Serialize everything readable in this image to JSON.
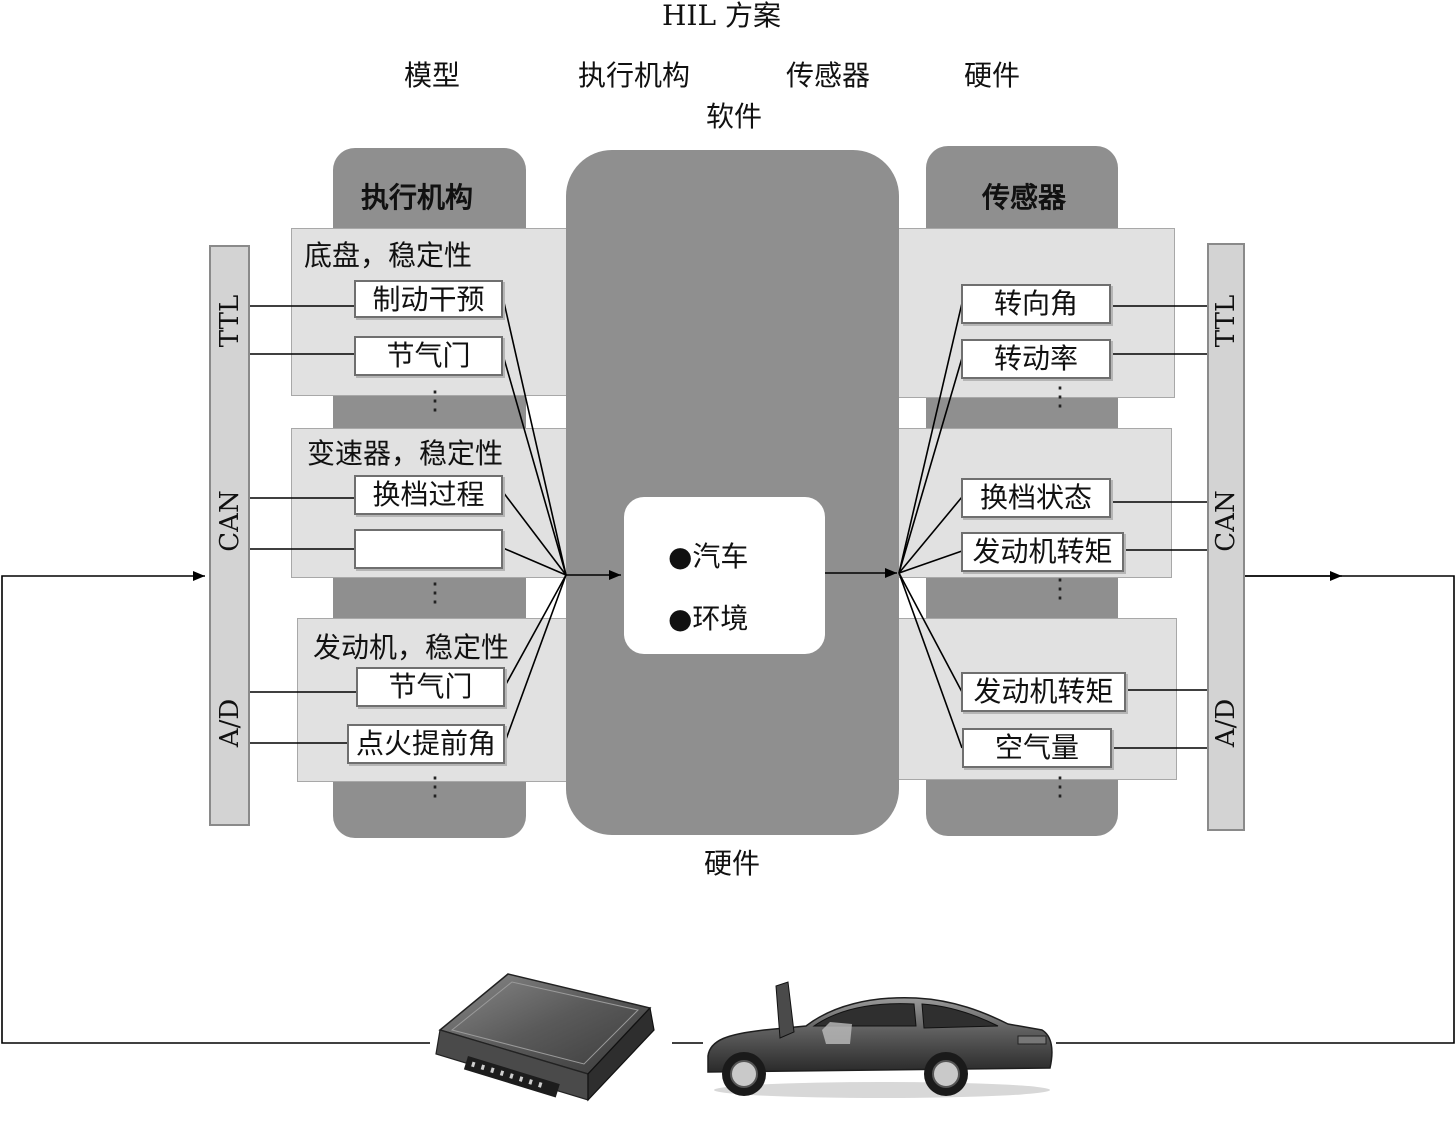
{
  "title": "HIL 方案",
  "top_labels": [
    "模型",
    "执行机构",
    "传感器",
    "硬件"
  ],
  "software_label": "软件",
  "hardware_label": "硬件",
  "left_column": {
    "title": "执行机构",
    "groups": [
      {
        "title": "底盘，稳定性",
        "items": [
          "制动干预",
          "节气门"
        ]
      },
      {
        "title": "变速器，稳定性",
        "items": [
          "换档过程",
          ""
        ]
      },
      {
        "title": "发动机，稳定性",
        "items": [
          "节气门",
          "点火提前角"
        ]
      }
    ]
  },
  "right_column": {
    "title": "传感器",
    "groups": [
      {
        "items": [
          "转向角",
          "转动率"
        ]
      },
      {
        "items": [
          "换档状态",
          "发动机转矩"
        ]
      },
      {
        "items": [
          "发动机转矩",
          "空气量"
        ]
      }
    ]
  },
  "center": {
    "items": [
      "●汽车",
      "●环境"
    ]
  },
  "bus_labels": [
    "TTL",
    "CAN",
    "A/D"
  ],
  "ellipsis": "⋮",
  "photos": [
    "ecu-unit",
    "car"
  ],
  "colors": {
    "column_bg": "#8f8f8f",
    "band_bg": "#e1e1e1",
    "bus_bg": "#d3d3d3"
  }
}
